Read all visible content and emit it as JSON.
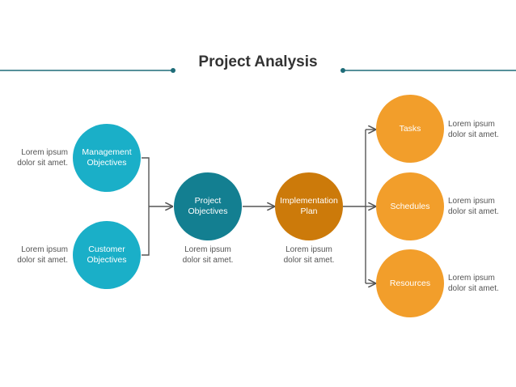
{
  "title": "Project Analysis",
  "colors": {
    "teal_light": "#1AAFC8",
    "teal_dark": "#137F91",
    "orange_dark": "#CC7A0A",
    "orange": "#F29E2B",
    "line": "#1E6C78",
    "connector": "#555555"
  },
  "nodes": {
    "management": {
      "label_line1": "Management",
      "label_line2": "Objectives",
      "desc_line1": "Lorem ipsum",
      "desc_line2": "dolor sit amet."
    },
    "customer": {
      "label_line1": "Customer",
      "label_line2": "Objectives",
      "desc_line1": "Lorem ipsum",
      "desc_line2": "dolor sit amet."
    },
    "project": {
      "label_line1": "Project",
      "label_line2": "Objectives",
      "desc_line1": "Lorem ipsum",
      "desc_line2": "dolor sit amet."
    },
    "implementation": {
      "label_line1": "Implementation",
      "label_line2": "Plan",
      "desc_line1": "Lorem ipsum",
      "desc_line2": "dolor sit amet."
    },
    "tasks": {
      "label": "Tasks",
      "desc_line1": "Lorem ipsum",
      "desc_line2": "dolor sit amet."
    },
    "schedules": {
      "label": "Schedules",
      "desc_line1": "Lorem ipsum",
      "desc_line2": "dolor sit amet."
    },
    "resources": {
      "label": "Resources",
      "desc_line1": "Lorem ipsum",
      "desc_line2": "dolor sit amet."
    }
  }
}
